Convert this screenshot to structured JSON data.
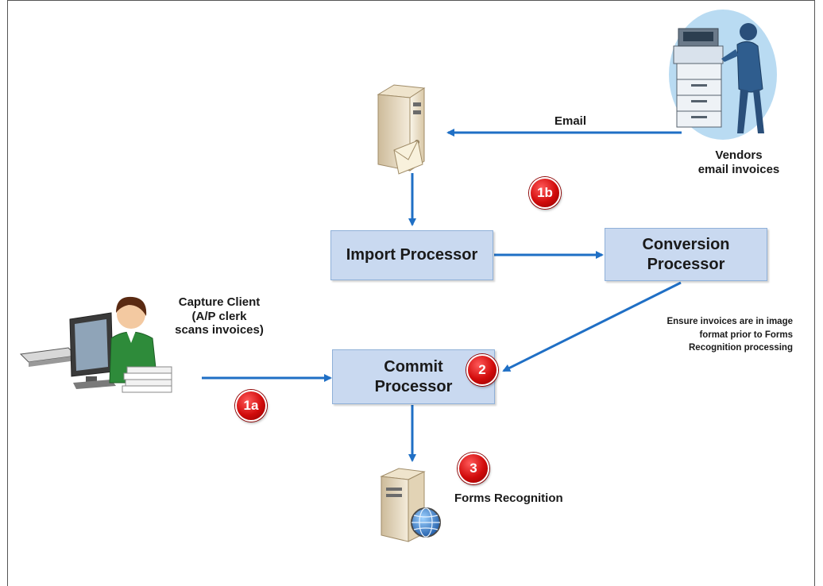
{
  "nodes": {
    "import_processor": "Import Processor",
    "conversion_processor_line1": "Conversion",
    "conversion_processor_line2": "Processor",
    "commit_processor_line1": "Commit",
    "commit_processor_line2": "Processor"
  },
  "labels": {
    "email": "Email",
    "vendors_line1": "Vendors",
    "vendors_line2": "email invoices",
    "capture_line1": "Capture Client",
    "capture_line2": "(A/P clerk",
    "capture_line3": "scans invoices)",
    "ensure_line1": "Ensure invoices are in image",
    "ensure_line2": "format prior to Forms",
    "ensure_line3": "Recognition processing",
    "forms_recognition": "Forms Recognition"
  },
  "badges": {
    "b1a": "1a",
    "b1b": "1b",
    "b2": "2",
    "b3": "3"
  },
  "colors": {
    "arrow": "#1f6fc5",
    "box_fill": "#c9d9f0",
    "badge": "#d10b0b"
  }
}
